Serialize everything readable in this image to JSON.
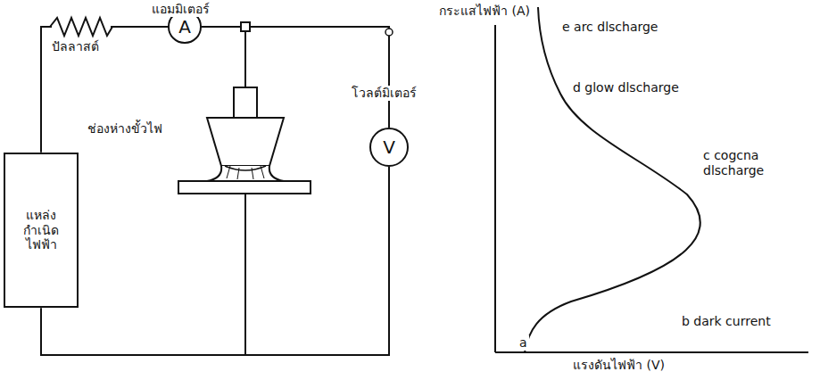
{
  "diagram": {
    "nodes": [
      {
        "text": [
          "แหล่งกำเนิดไฟฟ้า"
        ]
      },
      {
        "text": [
          "A"
        ]
      },
      {
        "text": [
          "V"
        ]
      }
    ],
    "edges": [
      {
        "from": 0,
        "to": 1,
        "arrow": "none"
      },
      {
        "from": 1,
        "to": 2,
        "arrow": "none"
      },
      {
        "from": 2,
        "to": 0,
        "arrow": "none"
      }
    ],
    "labels": [
      "แอมมิเตอร์",
      "ปัลลาสต์",
      "ช่องห่างขั้วไฟ",
      "โวลต์มิเตอร์",
      "กระแสไฟฟ้า (A)",
      "แรงดันไฟฟ้า (V)",
      "a",
      "b dark current",
      "c cogcna dlscharge",
      "d glow dlscharge",
      "e arc dlscharge"
    ]
  }
}
